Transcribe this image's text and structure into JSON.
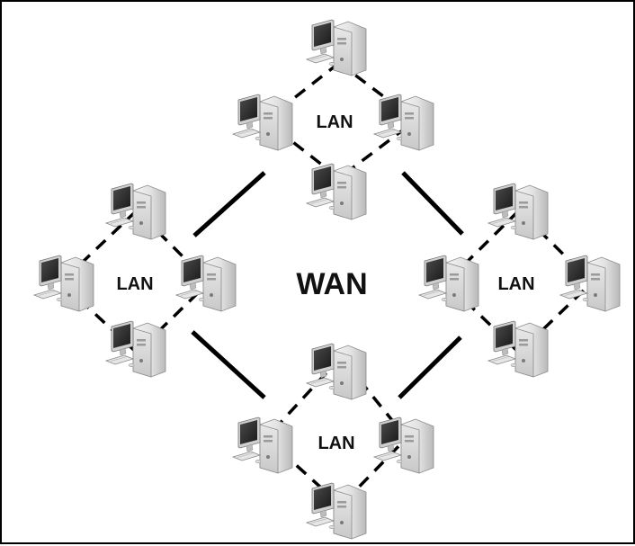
{
  "diagram": {
    "center_label": "WAN",
    "clusters": [
      {
        "label": "LAN"
      },
      {
        "label": "LAN"
      },
      {
        "label": "LAN"
      },
      {
        "label": "LAN"
      }
    ]
  }
}
